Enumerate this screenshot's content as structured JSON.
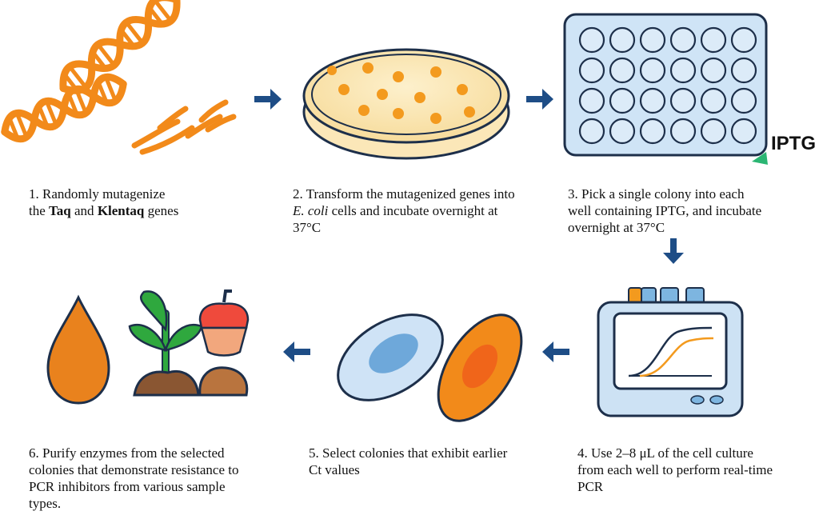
{
  "colors": {
    "dna": "#f28a1a",
    "arrow": "#1e4d86",
    "well_plate": "#cfe4f6",
    "well_outline": "#1d2f4a",
    "iptg_marker": "#2bb673",
    "dish_agar": "#fbe7b8",
    "colony": "#f39a1e",
    "cell_blue": "#cfe3f6",
    "cell_orange": "#f28a1a",
    "device": "#cde2f4",
    "drop": "#e9821d",
    "plant": "#2fa83e",
    "soil": "#8a5632",
    "pepper": "#ef4a3c"
  },
  "icons": [
    "dna-helix-icon",
    "petri-dish-icon",
    "well-plate-icon",
    "pcr-machine-icon",
    "cell-icon",
    "liquid-drop-icon",
    "plant-seedling-icon",
    "pepper-icon",
    "soil-icon",
    "flow-arrow-icon"
  ],
  "labels": {
    "iptg": "IPTG"
  },
  "steps": [
    {
      "line1": "1. Randomly mutagenize",
      "line2_pre": "the ",
      "bold1": "Taq",
      "mid": " and ",
      "bold2": "Klentaq",
      "post": " genes"
    },
    {
      "line1": "2. Transform the mutagenized genes into",
      "ital": "E. coli",
      "line2": " cells and incubate overnight at",
      "line3": "37°C"
    },
    {
      "line1": "3. Pick a single colony into each",
      "line2": "well containing IPTG, and incubate",
      "line3": "overnight at 37°C"
    },
    {
      "line1": "4. Use 2–8 μL of the cell culture",
      "line2": "from each well to perform real-time",
      "line3": "PCR"
    },
    {
      "line1": "5. Select colonies that exhibit earlier",
      "line2": "Ct values"
    },
    {
      "line1": "6. Purify enzymes from the selected",
      "line2": "colonies that demonstrate resistance to",
      "line3": "PCR inhibitors from various sample",
      "line4": "types."
    }
  ]
}
